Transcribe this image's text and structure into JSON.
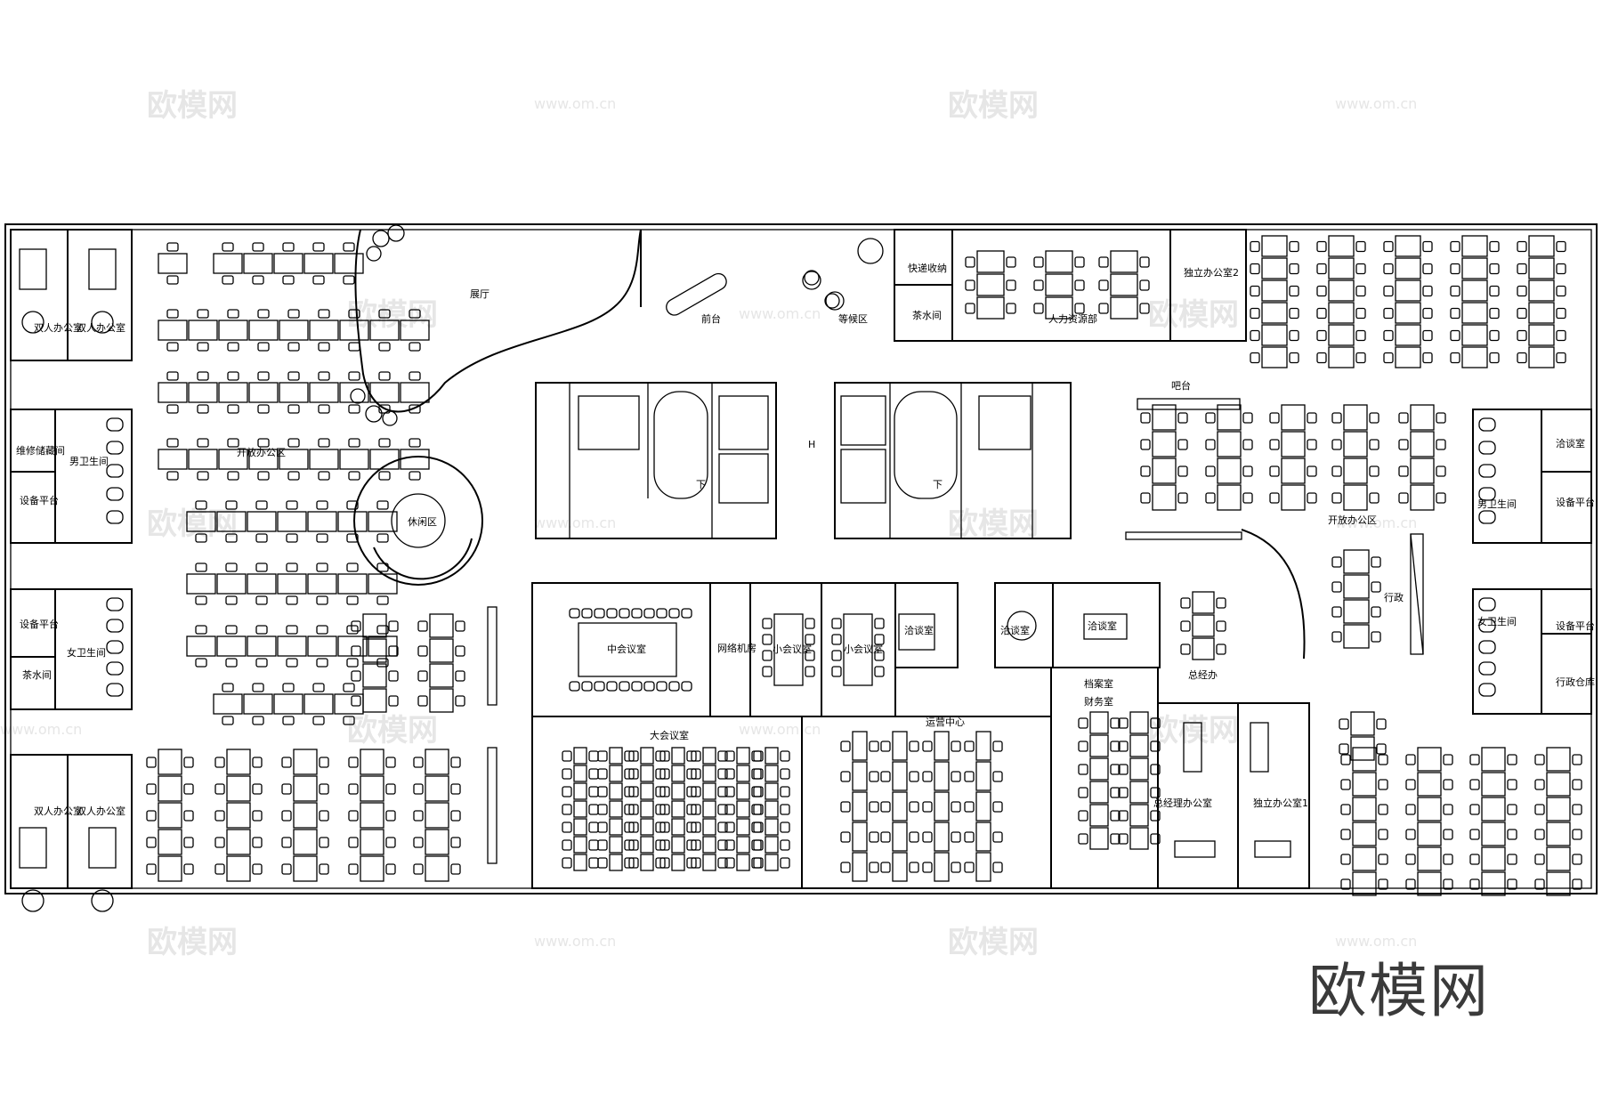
{
  "watermarks": {
    "logo_text": "欧模网",
    "url_text": "www.om.cn"
  },
  "brand": "欧模网",
  "rooms": {
    "double_office_1": "双人办公室",
    "double_office_2": "双人办公室",
    "double_office_3": "双人办公室",
    "double_office_4": "双人办公室",
    "lobby": "展厅",
    "reception": "前台",
    "waiting": "等候区",
    "express": "快递收纳",
    "tea_top": "茶水间",
    "hr": "人力资源部",
    "private_office_2": "独立办公室2",
    "maintenance": "维修储藏间",
    "mens_wc_left": "男卫生间",
    "equipment_1": "设备平台",
    "open_office_left": "开放办公区",
    "lounge": "休闲区",
    "equipment_2": "设备平台",
    "womens_wc_left": "女卫生间",
    "tea_left": "茶水间",
    "bar": "吧台",
    "open_office_right": "开放办公区",
    "negotiation_right": "洽谈室",
    "mens_wc_right": "男卫生间",
    "equipment_3": "设备平台",
    "admin": "行政",
    "womens_wc_right": "女卫生间",
    "equipment_4": "设备平台",
    "admin_storage": "行政仓库",
    "mid_meeting": "中会议室",
    "network": "网络机房",
    "small_meeting_1": "小会议室",
    "small_meeting_2": "小会议室",
    "negotiation_1": "洽谈室",
    "negotiation_2": "洽谈室",
    "negotiation_3": "洽谈室",
    "gm_office_small": "总经办",
    "archive": "档案室",
    "finance": "财务室",
    "large_meeting": "大会议室",
    "operations": "运营中心",
    "gm_office": "总经理办公室",
    "private_office_1": "独立办公室1"
  },
  "annotations": {
    "elevation_mark": "H",
    "stair_down_1": "下",
    "stair_down_2": "下"
  }
}
